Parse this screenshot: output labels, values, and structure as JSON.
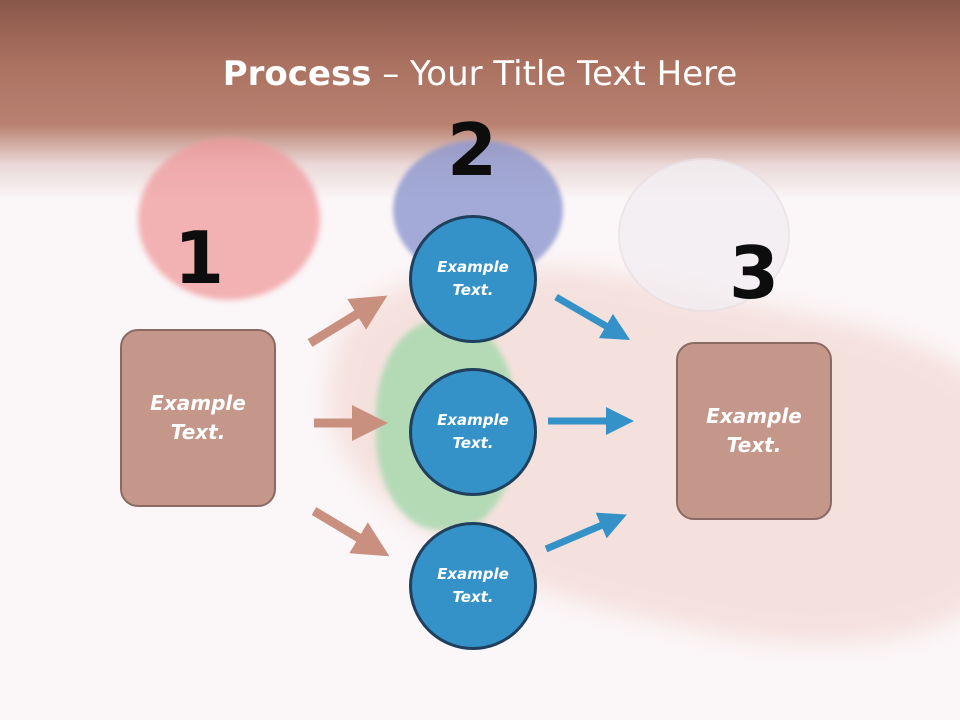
{
  "title": {
    "bold": "Process",
    "rest": " – Your Title Text Here"
  },
  "steps": {
    "one": "1",
    "two": "2",
    "three": "3"
  },
  "left_box": {
    "text_line1": "Example",
    "text_line2": "Text."
  },
  "right_box": {
    "text_line1": "Example",
    "text_line2": "Text."
  },
  "circles": [
    {
      "line1": "Example",
      "line2": "Text."
    },
    {
      "line1": "Example",
      "line2": "Text."
    },
    {
      "line1": "Example",
      "line2": "Text."
    }
  ],
  "colors": {
    "box_fill": "#c4978a",
    "circle_fill": "#3592c8",
    "arrow_left": "#c9907f",
    "arrow_right": "#3592c8",
    "title_band": "#a9705f"
  }
}
